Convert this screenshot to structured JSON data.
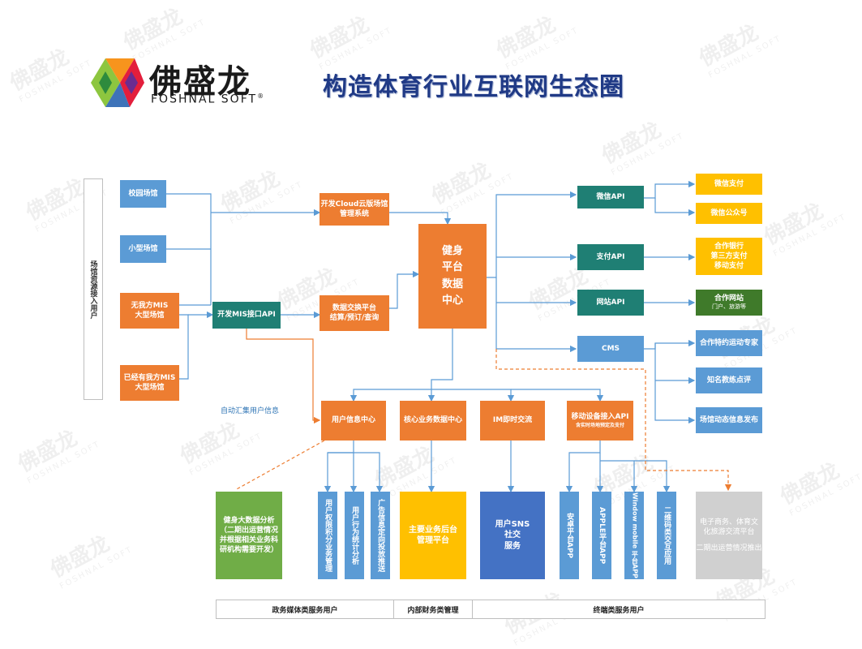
{
  "brand": {
    "cn": "佛盛龙",
    "en": "FOSHNAL SOFT",
    "reg": "®"
  },
  "title": "构造体育行业互联网生态圈",
  "watermark": {
    "cn": "佛盛龙",
    "en": "FOSHNAL SOFT"
  },
  "side_label": "场馆资源接入用户",
  "venues": {
    "campus": "校园场馆",
    "small": "小型场馆",
    "no_mis": [
      "无我方MIS",
      "大型场馆"
    ],
    "has_mis": [
      "已经有我方MIS",
      "大型场馆"
    ]
  },
  "mis_api": "开发MIS接口API",
  "cloud": [
    "开发Cloud云版场馆",
    "管理系统"
  ],
  "exchange": [
    "数据交换平台",
    "结算/预订/查询"
  ],
  "center": [
    "健身",
    "平台",
    "数据",
    "中心"
  ],
  "apis": {
    "wechat": "微信API",
    "pay": "支付API",
    "web": "网站API",
    "cms": "CMS"
  },
  "right": {
    "wx_pay": "微信支付",
    "wx_pub": "微信公众号",
    "banks": [
      "合作银行",
      "第三方支付",
      "移动支付"
    ],
    "partner_site": [
      "合作网站",
      "门户、旅游等"
    ],
    "expert": "合作特约运动专家",
    "coach": "知名教练点评",
    "dynamic": "场馆动态信息发布"
  },
  "auto_note": "自动汇集用户信息",
  "middle": {
    "user_info": "用户信息中心",
    "core": "核心业务数据中心",
    "im": "IM即时交流",
    "mobile": [
      "移动设备接入API",
      "含实时场地预定及支付"
    ]
  },
  "bottom": {
    "bigdata": [
      "健身大数据分析",
      "（二期出运营情况",
      "并根据相关业务科",
      "研机构需要开发）"
    ],
    "perm": "用户权限积分业务管理",
    "behavior": "用户行为统计分析",
    "ads": "广告信息定向投放推送",
    "backend": [
      "主要业务后台",
      "管理平台"
    ],
    "sns": [
      "用户SNS",
      "社交",
      "服务"
    ],
    "android": "安卓平台APP",
    "apple": "APPLE平台APP",
    "winmobile": "Window mobile 平台APP",
    "qr": "二维码类交互应用",
    "ecom": [
      "电子商务、体育文",
      "化旅游交流平台",
      "",
      "二期出运营情况推出"
    ]
  },
  "footer": {
    "gov": "政务媒体类服务用户",
    "internal": "内部财务类管理",
    "terminal": "终端类服务用户"
  },
  "colors": {
    "blue": "#5b9bd5",
    "orange": "#ed7d31",
    "teal": "#1f7f74",
    "yellow": "#ffc000",
    "green": "#70ad47",
    "royal": "#4472c4",
    "gray": "#d0d0d0",
    "title": "#203a86"
  }
}
